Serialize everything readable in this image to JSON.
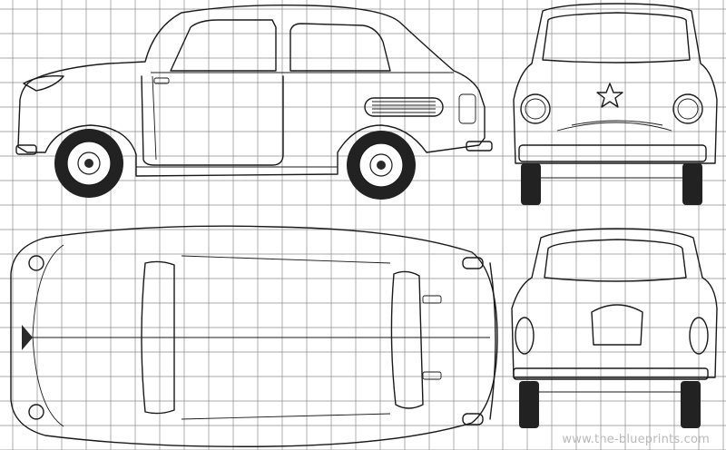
{
  "watermark": {
    "text": "www.the-blueprints.com"
  },
  "colors": {
    "ink": "#1a1a1a",
    "grid": "#8d8d8d",
    "background": "#ffffff",
    "watermark": "#b9b9b9"
  },
  "views": [
    "side",
    "front",
    "top",
    "rear"
  ]
}
